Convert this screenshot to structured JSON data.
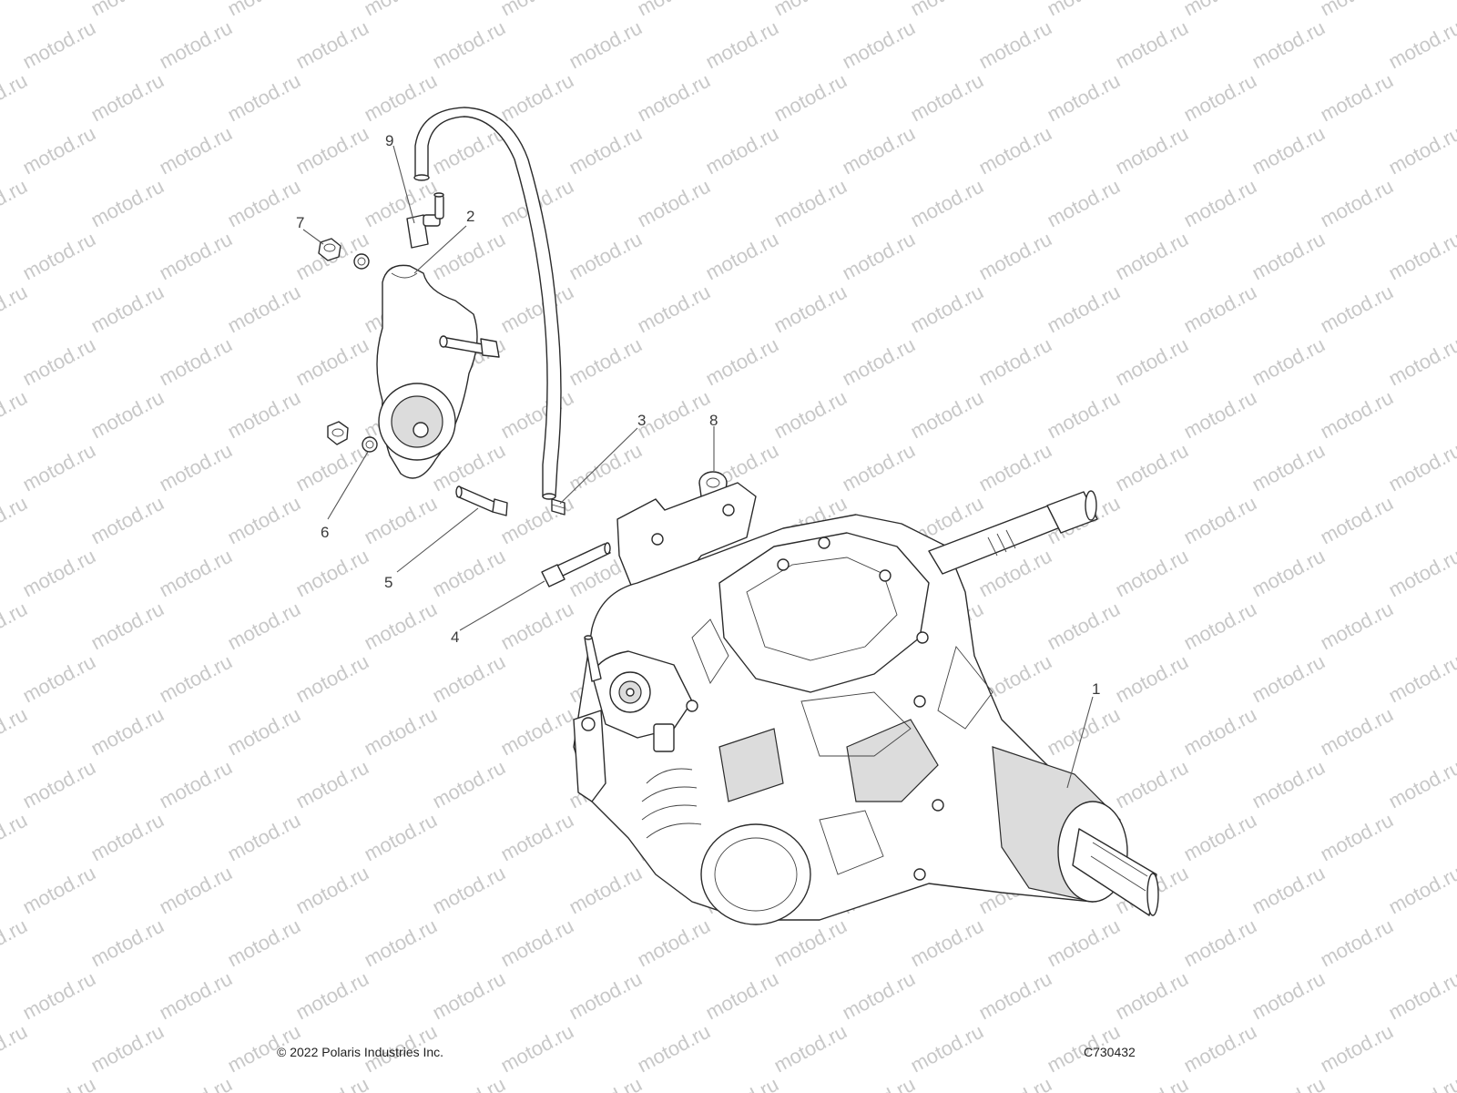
{
  "watermark": "motod.ru",
  "callouts": [
    "1",
    "2",
    "3",
    "4",
    "5",
    "6",
    "7",
    "8",
    "9"
  ],
  "footer": {
    "copyright": "© 2022 Polaris Industries Inc.",
    "drawing_id": "C730432"
  },
  "colors": {
    "line": "#2b2b2b",
    "shade": "#dcdcdc",
    "watermark": "#c8c8c8"
  }
}
